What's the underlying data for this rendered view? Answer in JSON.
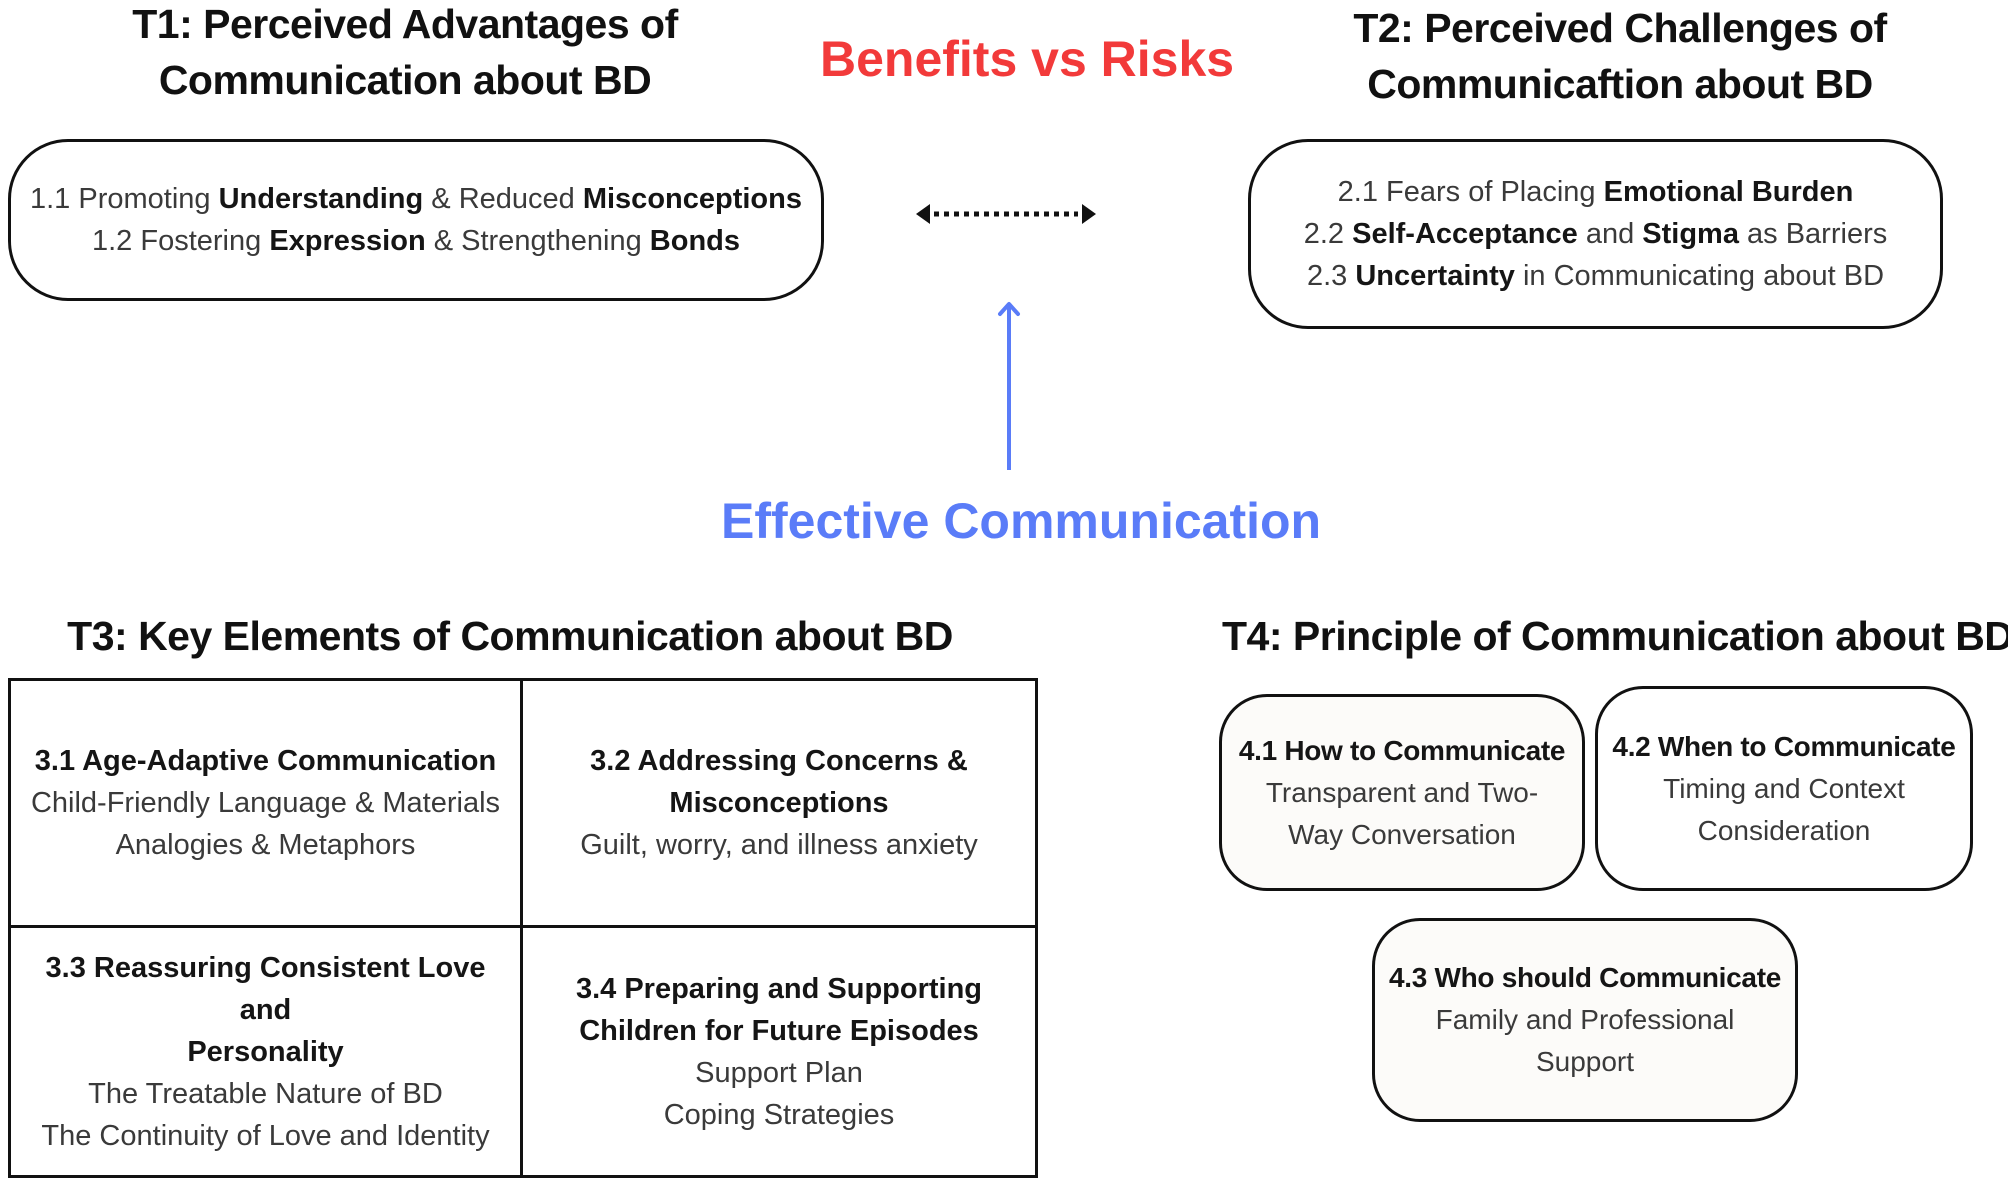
{
  "t1": {
    "title_lines": [
      "T1: Perceived Advantages of",
      "Communication about BD"
    ],
    "items": [
      [
        {
          "text": "1.1 Promoting ",
          "bold": false
        },
        {
          "text": "Understanding",
          "bold": true
        },
        {
          "text": " & Reduced ",
          "bold": false
        },
        {
          "text": "Misconceptions",
          "bold": true
        }
      ],
      [
        {
          "text": "1.2 Fostering ",
          "bold": false
        },
        {
          "text": "Expression",
          "bold": true
        },
        {
          "text": " & Strengthening ",
          "bold": false
        },
        {
          "text": "Bonds",
          "bold": true
        }
      ]
    ]
  },
  "t2": {
    "title_lines": [
      "T2: Perceived Challenges of",
      "Communicaftion about BD"
    ],
    "items": [
      [
        {
          "text": "2.1 Fears of Placing ",
          "bold": false
        },
        {
          "text": "Emotional Burden",
          "bold": true
        }
      ],
      [
        {
          "text": "2.2 ",
          "bold": false
        },
        {
          "text": "Self-Acceptance",
          "bold": true
        },
        {
          "text": " and ",
          "bold": false
        },
        {
          "text": "Stigma",
          "bold": true
        },
        {
          "text": " as Barriers",
          "bold": false
        }
      ],
      [
        {
          "text": "2.3 ",
          "bold": false
        },
        {
          "text": "Uncertainty",
          "bold": true
        },
        {
          "text": " in Communicating about BD",
          "bold": false
        }
      ]
    ]
  },
  "center": {
    "benefits_label": "Benefits vs Risks",
    "effective_label": "Effective Communication",
    "colors": {
      "red": "#f23a3a",
      "blue": "#5a7cf8"
    }
  },
  "t3": {
    "title": "T3: Key Elements of Communication about BD",
    "cells": [
      {
        "heading": [
          "3.1 Age-Adaptive Communication"
        ],
        "subs": [
          "Child-Friendly Language & Materials",
          "Analogies & Metaphors"
        ]
      },
      {
        "heading": [
          "3.2 Addressing Concerns &",
          "Misconceptions"
        ],
        "subs": [
          "Guilt, worry, and illness anxiety"
        ]
      },
      {
        "heading": [
          "3.3 Reassuring Consistent Love and",
          "Personality"
        ],
        "subs": [
          "The Treatable Nature of BD",
          "The Continuity of Love and Identity"
        ]
      },
      {
        "heading": [
          "3.4 Preparing and Supporting",
          "Children for Future Episodes"
        ],
        "subs": [
          "Support Plan",
          "Coping Strategies"
        ]
      }
    ]
  },
  "t4": {
    "title": "T4: Principle of Communication about BD",
    "boxes": [
      {
        "heading": "4.1 How to Communicate",
        "subs": [
          "Transparent and Two-",
          "Way Conversation"
        ]
      },
      {
        "heading": "4.2 When to Communicate",
        "subs": [
          "Timing and Context",
          "Consideration"
        ]
      },
      {
        "heading": "4.3 Who should Communicate",
        "subs": [
          "Family and Professional",
          "Support"
        ]
      }
    ]
  }
}
